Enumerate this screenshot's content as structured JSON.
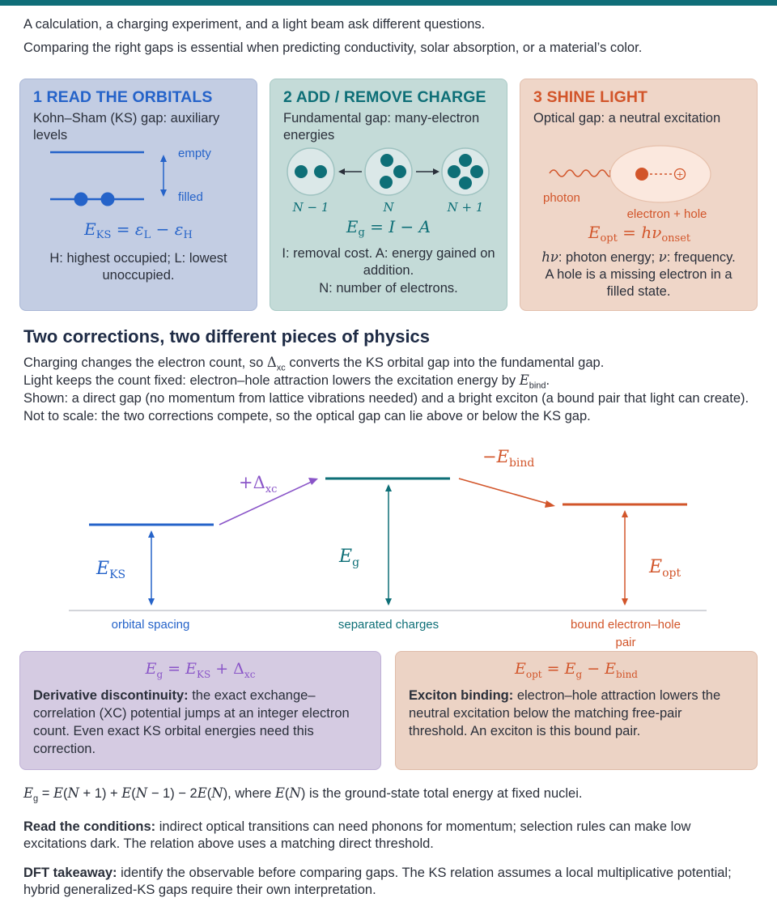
{
  "intro": {
    "line1": "A calculation, a charging experiment, and a light beam ask different questions.",
    "line2": "Comparing the right gaps is essential when predicting conductivity, solar absorption, or a material’s color."
  },
  "cards": [
    {
      "title": "1 READ THE ORBITALS",
      "subtitle": "Kohn–Sham (KS) gap: auxiliary levels",
      "empty_label": "empty",
      "filled_label": "filled",
      "equation": "E_KS = ε_L − ε_H",
      "note": "H: highest occupied; L: lowest unoccupied."
    },
    {
      "title": "2 ADD / REMOVE CHARGE",
      "subtitle": "Fundamental gap: many-electron energies",
      "labels": [
        "N − 1",
        "N",
        "N + 1"
      ],
      "equation": "E_g = I − A",
      "note1": "I: removal cost. A: energy gained on addition.",
      "note2": "N: number of electrons."
    },
    {
      "title": "3 SHINE LIGHT",
      "subtitle": "Optical gap: a neutral excitation",
      "photon_label": "photon",
      "pair_label": "electron + hole",
      "equation": "E_opt = hν_onset",
      "note": "hν: photon energy; ν: frequency. A hole is a missing electron in a filled state."
    }
  ],
  "section": {
    "title": "Two corrections, two different pieces of physics",
    "p1": "Charging changes the electron count, so Δxc converts the KS orbital gap into the fundamental gap.",
    "p2": "Light keeps the count fixed: electron–hole attraction lowers the excitation energy by Ebind.",
    "p3": "Shown: a direct gap (no momentum from lattice vibrations needed) and a bright exciton (a bound pair that light can create). Not to scale: the two corrections compete, so the optical gap can lie above or below the KS gap."
  },
  "diagram": {
    "labels": [
      "orbital spacing",
      "separated charges",
      "bound electron–hole pair"
    ],
    "gap_symbols": [
      "E_KS",
      "E_g",
      "E_opt"
    ],
    "corrections": [
      "+Δxc",
      "−E_bind"
    ]
  },
  "boxes": [
    {
      "equation": "E_g = E_KS + Δ_xc",
      "bold": "Derivative discontinuity:",
      "text": " the exact exchange–correlation (XC) potential jumps at an integer electron count. Even exact KS orbital energies need this correction."
    },
    {
      "equation": "E_opt = E_g − E_bind",
      "bold": "Exciton binding:",
      "text": " electron–hole attraction lowers the neutral excitation below the matching free-pair threshold. An exciton is this bound pair."
    }
  ],
  "footer": {
    "formula_text": ", where E(N) is the ground-state total energy at fixed nuclei.",
    "conditions_bold": "Read the conditions:",
    "conditions_text": " indirect optical transitions can need phonons for momentum; selection rules can make low excitations dark. The relation above uses a matching direct threshold.",
    "takeaway_bold": "DFT takeaway:",
    "takeaway_text": " identify the observable before comparing gaps. The KS relation assumes a local multiplicative potential; hybrid generalized-KS gaps require their own interpretation."
  },
  "colors": {
    "ks": "#2563c9",
    "fundamental": "#0e6f77",
    "optical": "#d2552a",
    "xc": "#8a55c8"
  }
}
